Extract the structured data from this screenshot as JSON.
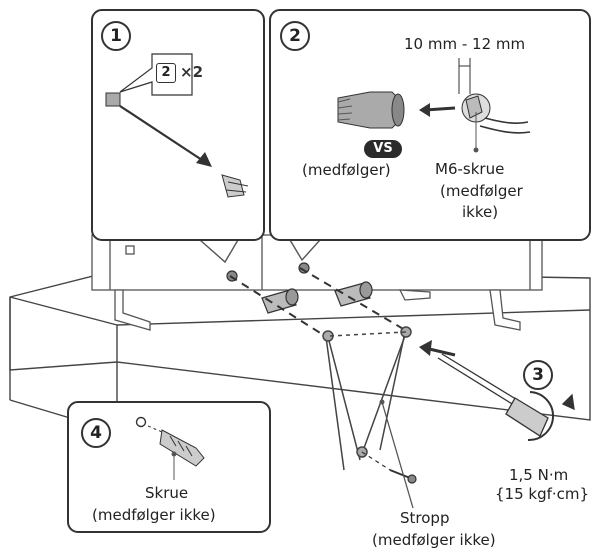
{
  "panels": {
    "p1": {
      "number": "1",
      "callout_count": "×2",
      "callout_icon_number": "2"
    },
    "p2": {
      "number": "2",
      "measurement": "10 mm - 12 mm",
      "badge": "VS",
      "spacer_note": "(medfølger)",
      "screw_label": "M6-skrue",
      "screw_note_1": "(medfølger",
      "screw_note_2": "ikke)"
    },
    "p3": {
      "number": "3",
      "torque_1": "1,5 N·m",
      "torque_2": "{15 kgf·cm}"
    },
    "p4": {
      "number": "4",
      "screw_label": "Skrue",
      "screw_note": "(medfølger ikke)"
    }
  },
  "strap": {
    "label": "Stropp",
    "note": "(medfølger ikke)"
  }
}
